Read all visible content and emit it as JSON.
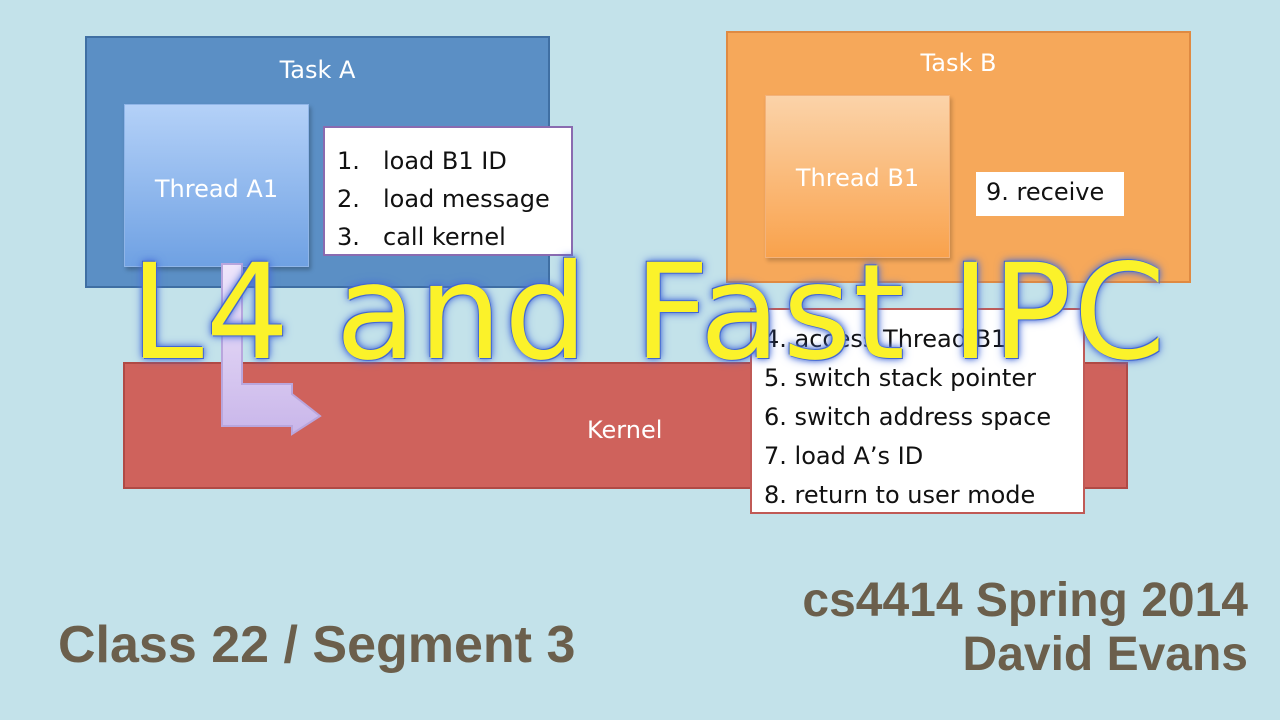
{
  "task_a": {
    "title": "Task A",
    "thread": "Thread A1"
  },
  "task_b": {
    "title": "Task B",
    "thread": "Thread B1",
    "receive": "9. receive"
  },
  "steps_a": [
    {
      "num": "1.",
      "text": "load B1 ID"
    },
    {
      "num": "2.",
      "text": "load message"
    },
    {
      "num": "3.",
      "text": "call kernel"
    }
  ],
  "kernel": {
    "label": "Kernel",
    "steps": [
      "4. access Thread B1",
      "5. switch stack pointer",
      "6. switch address space",
      "7. load A’s ID",
      "8. return to user mode"
    ]
  },
  "overlay_title": "L4 and Fast IPC",
  "footer": {
    "segment": "Class 22 / Segment 3",
    "course": "cs4414 Spring 2014",
    "author": "David Evans"
  }
}
